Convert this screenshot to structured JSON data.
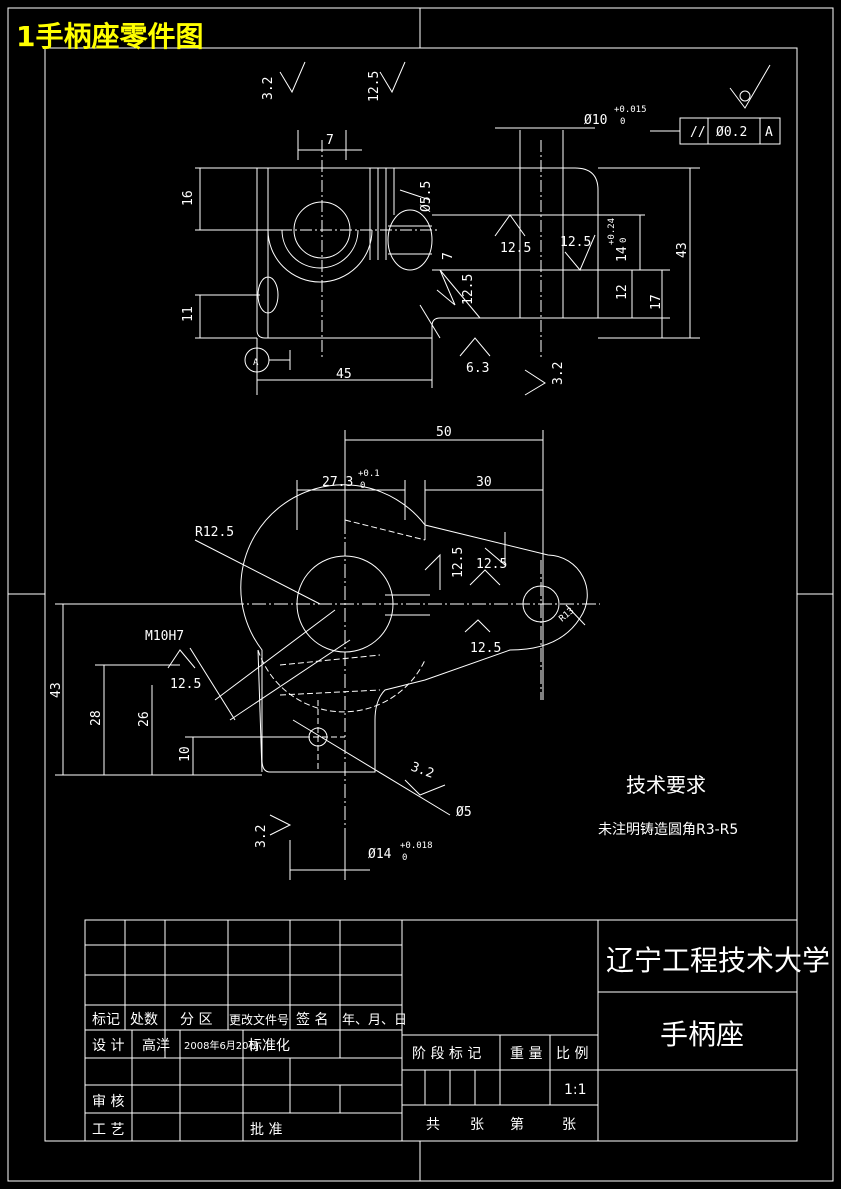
{
  "page_title": "1手柄座零件图",
  "top_view": {
    "roughness_labels": [
      "3.2",
      "12.5",
      "12.5",
      "12.5",
      "12.5",
      "6.3",
      "3.2"
    ],
    "dimensions": {
      "d7_top": "7",
      "phi10": "Ø10",
      "phi10_tol_upper": "+0.015",
      "phi10_tol_lower": "0",
      "phi5_5": "Ø5.5",
      "d16": "16",
      "d11": "11",
      "d45": "45",
      "d43": "43",
      "d17": "17",
      "d12": "12",
      "d14": "14",
      "d14_tol_upper": "+0.24",
      "d14_tol_lower": "0",
      "d7_side": "7"
    },
    "geo_tolerance": {
      "symbol": "//",
      "value": "Ø0.2",
      "datum": "A"
    },
    "datum_label": "A"
  },
  "front_view": {
    "dimensions": {
      "d50": "50",
      "d27_3": "27.3",
      "d27_3_tol_upper": "+0.1",
      "d27_3_tol_lower": "0",
      "d30": "30",
      "r12_5": "R12.5",
      "r13": "R13",
      "m10h7": "M10H7",
      "d43": "43",
      "d28": "28",
      "d26": "26",
      "d10": "10",
      "phi5": "Ø5",
      "phi14": "Ø14",
      "phi14_tol_upper": "+0.018",
      "phi14_tol_lower": "0"
    },
    "roughness_labels": [
      "12.5",
      "12.5",
      "12.5",
      "12.5",
      "3.2",
      "3.2"
    ]
  },
  "technical_requirements": {
    "heading": "技术要求",
    "note": "未注明铸造圆角R3-R5"
  },
  "title_block": {
    "institution": "辽宁工程技术大学",
    "part_name": "手柄座",
    "header_row": [
      "标记",
      "处数",
      "分 区",
      "更改文件号",
      "签 名",
      "年、月、日"
    ],
    "design_label": "设 计",
    "designer": "高洋",
    "date": "2008年6月20日",
    "standardization": "标准化",
    "stage_mark": "阶 段 标 记",
    "weight": "重 量",
    "ratio": "比 例",
    "scale": "1:1",
    "review": "审 核",
    "process": "工 艺",
    "approve": "批 准",
    "total": "共",
    "sheets": "张",
    "sheet_no": "第",
    "sheet_unit": "张"
  }
}
